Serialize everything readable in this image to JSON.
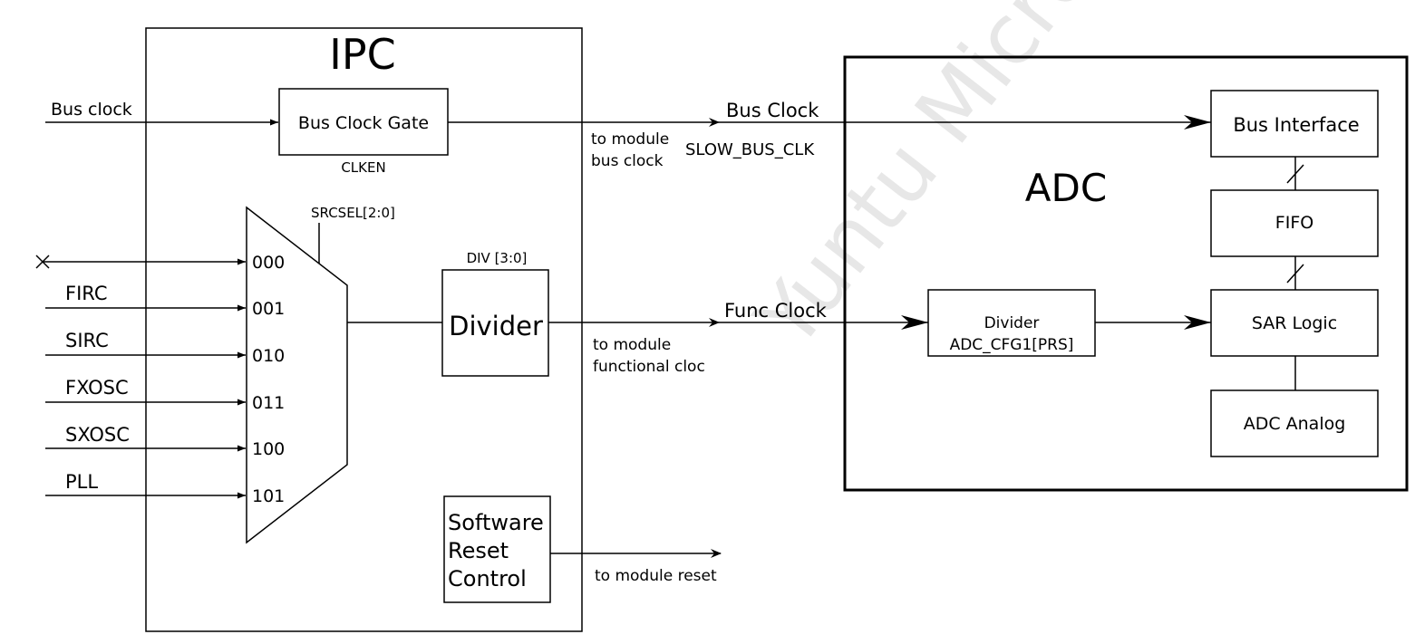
{
  "colors": {
    "line": "#000000",
    "background": "#ffffff",
    "watermark": "#d9d9d9"
  },
  "watermark": "Yuntu Microelectronics",
  "ipc": {
    "title": "IPC",
    "bus_clock_in": "Bus clock",
    "bus_clock_gate": "Bus Clock Gate",
    "clken": "CLKEN",
    "srcsel": "SRCSEL[2:0]",
    "div_field": "DIV [3:0]",
    "divider": "Divider",
    "mux_inputs": [
      {
        "name": "",
        "code": "000"
      },
      {
        "name": "FIRC",
        "code": "001"
      },
      {
        "name": "SIRC",
        "code": "010"
      },
      {
        "name": "FXOSC",
        "code": "011"
      },
      {
        "name": "SXOSC",
        "code": "100"
      },
      {
        "name": "PLL",
        "code": "101"
      }
    ],
    "to_bus_1": "to module",
    "to_bus_2": "bus clock",
    "to_func_1": "to module",
    "to_func_2": "functional cloc",
    "reset_lines": [
      "Software",
      "Reset",
      "Control"
    ],
    "to_reset": "to module reset"
  },
  "signals": {
    "bus_clock": "Bus Clock",
    "slow_bus_clk": "SLOW_BUS_CLK",
    "func_clock": "Func Clock"
  },
  "adc": {
    "title": "ADC",
    "bus_interface": "Bus Interface",
    "fifo": "FIFO",
    "divider_1": "Divider",
    "divider_2": "ADC_CFG1[PRS]",
    "sar_logic": "SAR Logic",
    "adc_analog": "ADC Analog"
  }
}
